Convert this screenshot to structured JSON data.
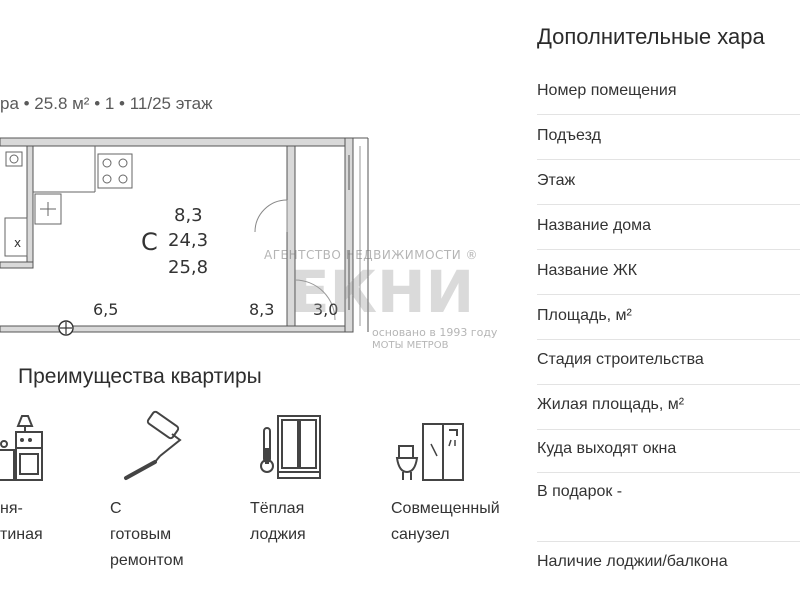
{
  "listing": {
    "summary": "ра • 25.8 м² • 1 • 11/25 этаж"
  },
  "floor_plan": {
    "room_letter": "С",
    "area_1": "8,3",
    "area_2": "24,3",
    "area_3": "25,8",
    "dim_left": "6,5",
    "dim_mid": "8,3",
    "dim_right": "3,0",
    "bath_mark": "x"
  },
  "watermark": {
    "line1": "АГЕНТСТВО НЕДВИЖИМОСТИ ®",
    "logo": "ЕКНИ",
    "line2": "основано в 1993 году",
    "line3": "МОТЫ МЕТРОВ"
  },
  "benefits": {
    "title": "Преимущества квартиры",
    "items": [
      {
        "label": "ня-\nтиная",
        "icon": "kitchen-icon"
      },
      {
        "label": "С готовым\nремонтом",
        "icon": "paint-roller-icon"
      },
      {
        "label": "Тёплая\nлоджия",
        "icon": "warm-loggia-icon"
      },
      {
        "label": "Совмещенный\nсанузел",
        "icon": "combined-bathroom-icon"
      }
    ]
  },
  "characteristics": {
    "title": "Дополнительные хара",
    "rows": [
      "Номер помещения",
      "Подъезд",
      "Этаж",
      "Название дома",
      "Название ЖК",
      "Площадь, м²",
      "Стадия строительства",
      "Жилая площадь, м²",
      "Куда выходят окна",
      "В подарок -",
      "Наличие лоджии/балкона"
    ]
  }
}
